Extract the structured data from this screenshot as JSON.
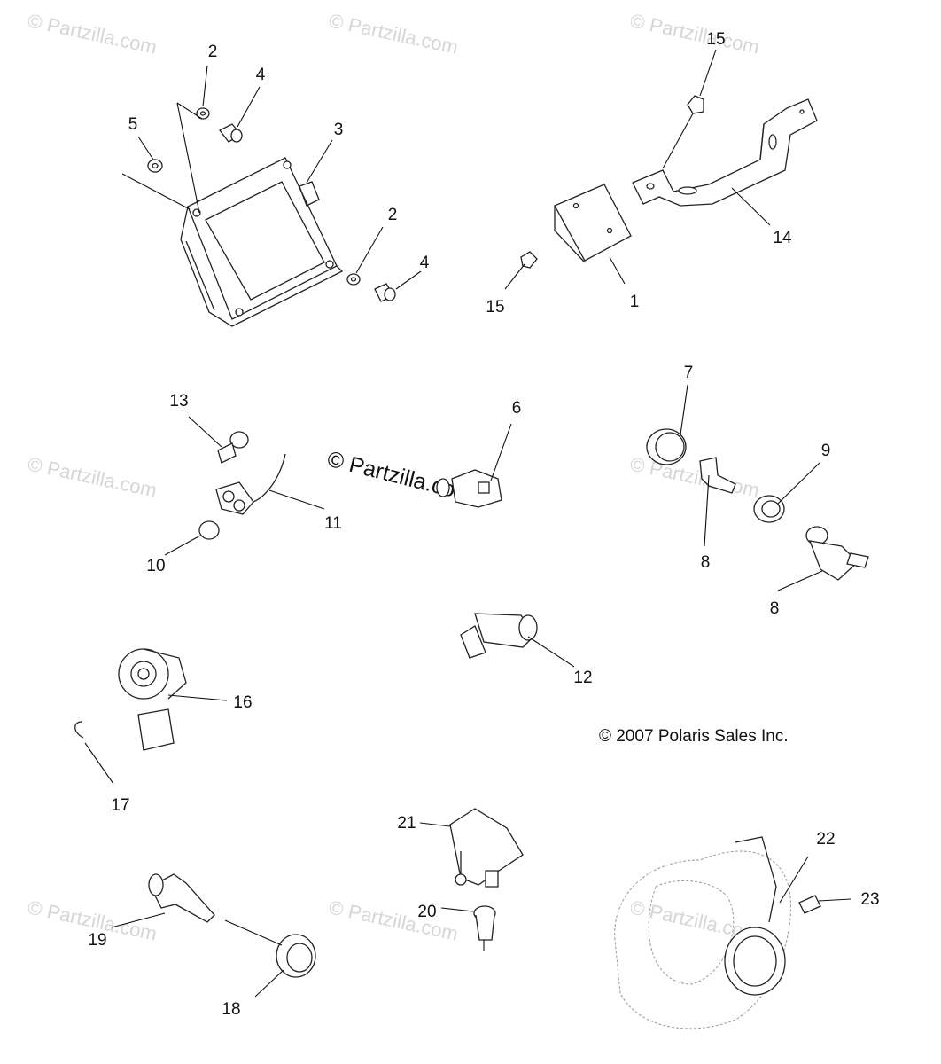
{
  "watermark": {
    "text": "© Partzilla.com",
    "center_text": "© Partzilla.com"
  },
  "copyright": "© 2007 Polaris Sales Inc.",
  "callouts": {
    "c1": "1",
    "c2a": "2",
    "c2b": "2",
    "c3": "3",
    "c4a": "4",
    "c4b": "4",
    "c5": "5",
    "c6": "6",
    "c7": "7",
    "c8a": "8",
    "c8b": "8",
    "c9": "9",
    "c10": "10",
    "c11": "11",
    "c12": "12",
    "c13": "13",
    "c14": "14",
    "c15a": "15",
    "c15b": "15",
    "c16": "16",
    "c17": "17",
    "c18": "18",
    "c19": "19",
    "c20": "20",
    "c21": "21",
    "c22": "22",
    "c23": "23"
  },
  "colors": {
    "line": "#222222",
    "watermark": "#d6d6d6",
    "background": "#ffffff"
  }
}
